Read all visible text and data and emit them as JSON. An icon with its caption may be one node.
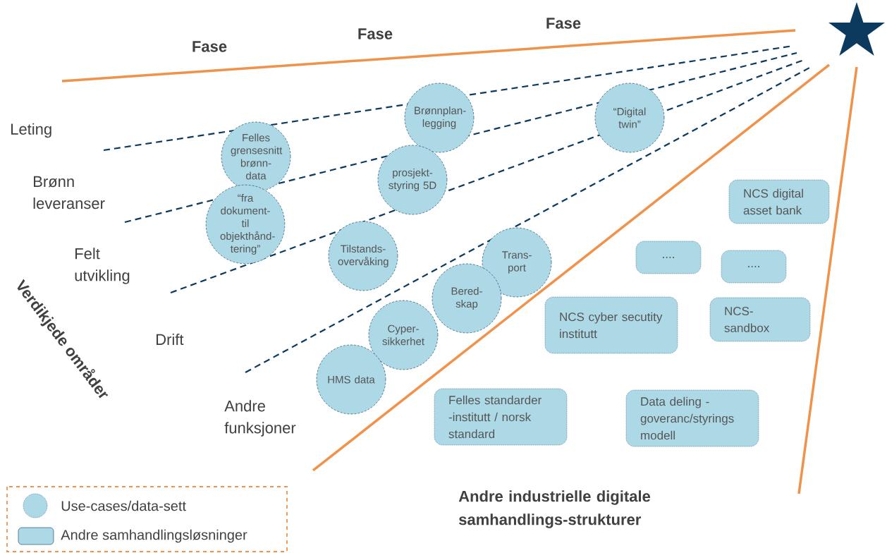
{
  "diagram": {
    "nodes": [
      {
        "text": [
          "Leting"
        ]
      },
      {
        "text": [
          "Brønn leveranser"
        ]
      },
      {
        "text": [
          "Felt utvikling"
        ]
      },
      {
        "text": [
          "Drift"
        ]
      },
      {
        "text": [
          "Andre funksjoner"
        ]
      },
      {
        "text": [
          "Felles grensesnitt brønn-data"
        ]
      },
      {
        "text": [
          "“fra dokument- til objekthånd- tering”"
        ]
      },
      {
        "text": [
          "Brønnplan- legging"
        ]
      },
      {
        "text": [
          "prosjekt- styring 5D"
        ]
      },
      {
        "text": [
          "“Digital twin”"
        ]
      },
      {
        "text": [
          "Tilstands- overvåking"
        ]
      },
      {
        "text": [
          "Trans- port"
        ]
      },
      {
        "text": [
          "Bered- skap"
        ]
      },
      {
        "text": [
          "Cyper- sikkerhet"
        ]
      },
      {
        "text": [
          "HMS data"
        ]
      },
      {
        "text": [
          "NCS digital asset bank"
        ]
      },
      {
        "text": [
          "...."
        ]
      },
      {
        "text": [
          "...."
        ]
      },
      {
        "text": [
          "NCS cyber secutity institutt"
        ]
      },
      {
        "text": [
          "NCS- sandbox"
        ]
      },
      {
        "text": [
          "Felles standarder -institutt / norsk standard"
        ]
      },
      {
        "text": [
          "Data deling - goveranc/styrings modell"
        ]
      }
    ],
    "labels": [
      "Fase",
      "Fase",
      "Fase",
      "Verdikjede områder",
      "Andre industrielle digitale samhandlings-strukturer"
    ],
    "legend": [
      {
        "text": "Use-cases/data-sett",
        "color": "#add8e6"
      },
      {
        "text": "Andre samhandlingsløsninger",
        "color": "#add8e6"
      }
    ]
  }
}
